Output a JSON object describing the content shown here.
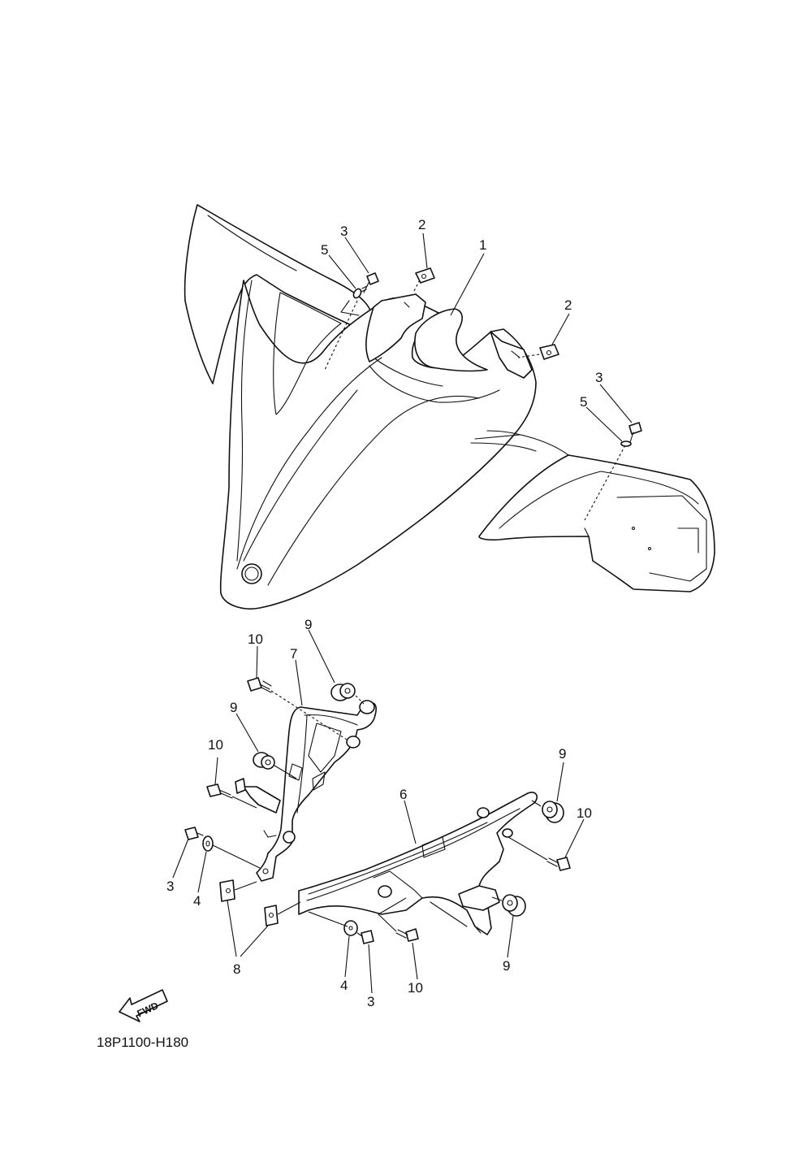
{
  "diagram_code": "18P1100-H180",
  "fwd_label": "FWD",
  "callouts": [
    {
      "id": "c1",
      "label": "1"
    },
    {
      "id": "c2a",
      "label": "2"
    },
    {
      "id": "c2b",
      "label": "2"
    },
    {
      "id": "c3a",
      "label": "3"
    },
    {
      "id": "c3b",
      "label": "3"
    },
    {
      "id": "c3c",
      "label": "3"
    },
    {
      "id": "c3d",
      "label": "3"
    },
    {
      "id": "c4a",
      "label": "4"
    },
    {
      "id": "c4b",
      "label": "4"
    },
    {
      "id": "c5a",
      "label": "5"
    },
    {
      "id": "c5b",
      "label": "5"
    },
    {
      "id": "c6",
      "label": "6"
    },
    {
      "id": "c7",
      "label": "7"
    },
    {
      "id": "c8",
      "label": "8"
    },
    {
      "id": "c9a",
      "label": "9"
    },
    {
      "id": "c9b",
      "label": "9"
    },
    {
      "id": "c9c",
      "label": "9"
    },
    {
      "id": "c9d",
      "label": "9"
    },
    {
      "id": "c10a",
      "label": "10"
    },
    {
      "id": "c10b",
      "label": "10"
    },
    {
      "id": "c10c",
      "label": "10"
    },
    {
      "id": "c10d",
      "label": "10"
    }
  ]
}
